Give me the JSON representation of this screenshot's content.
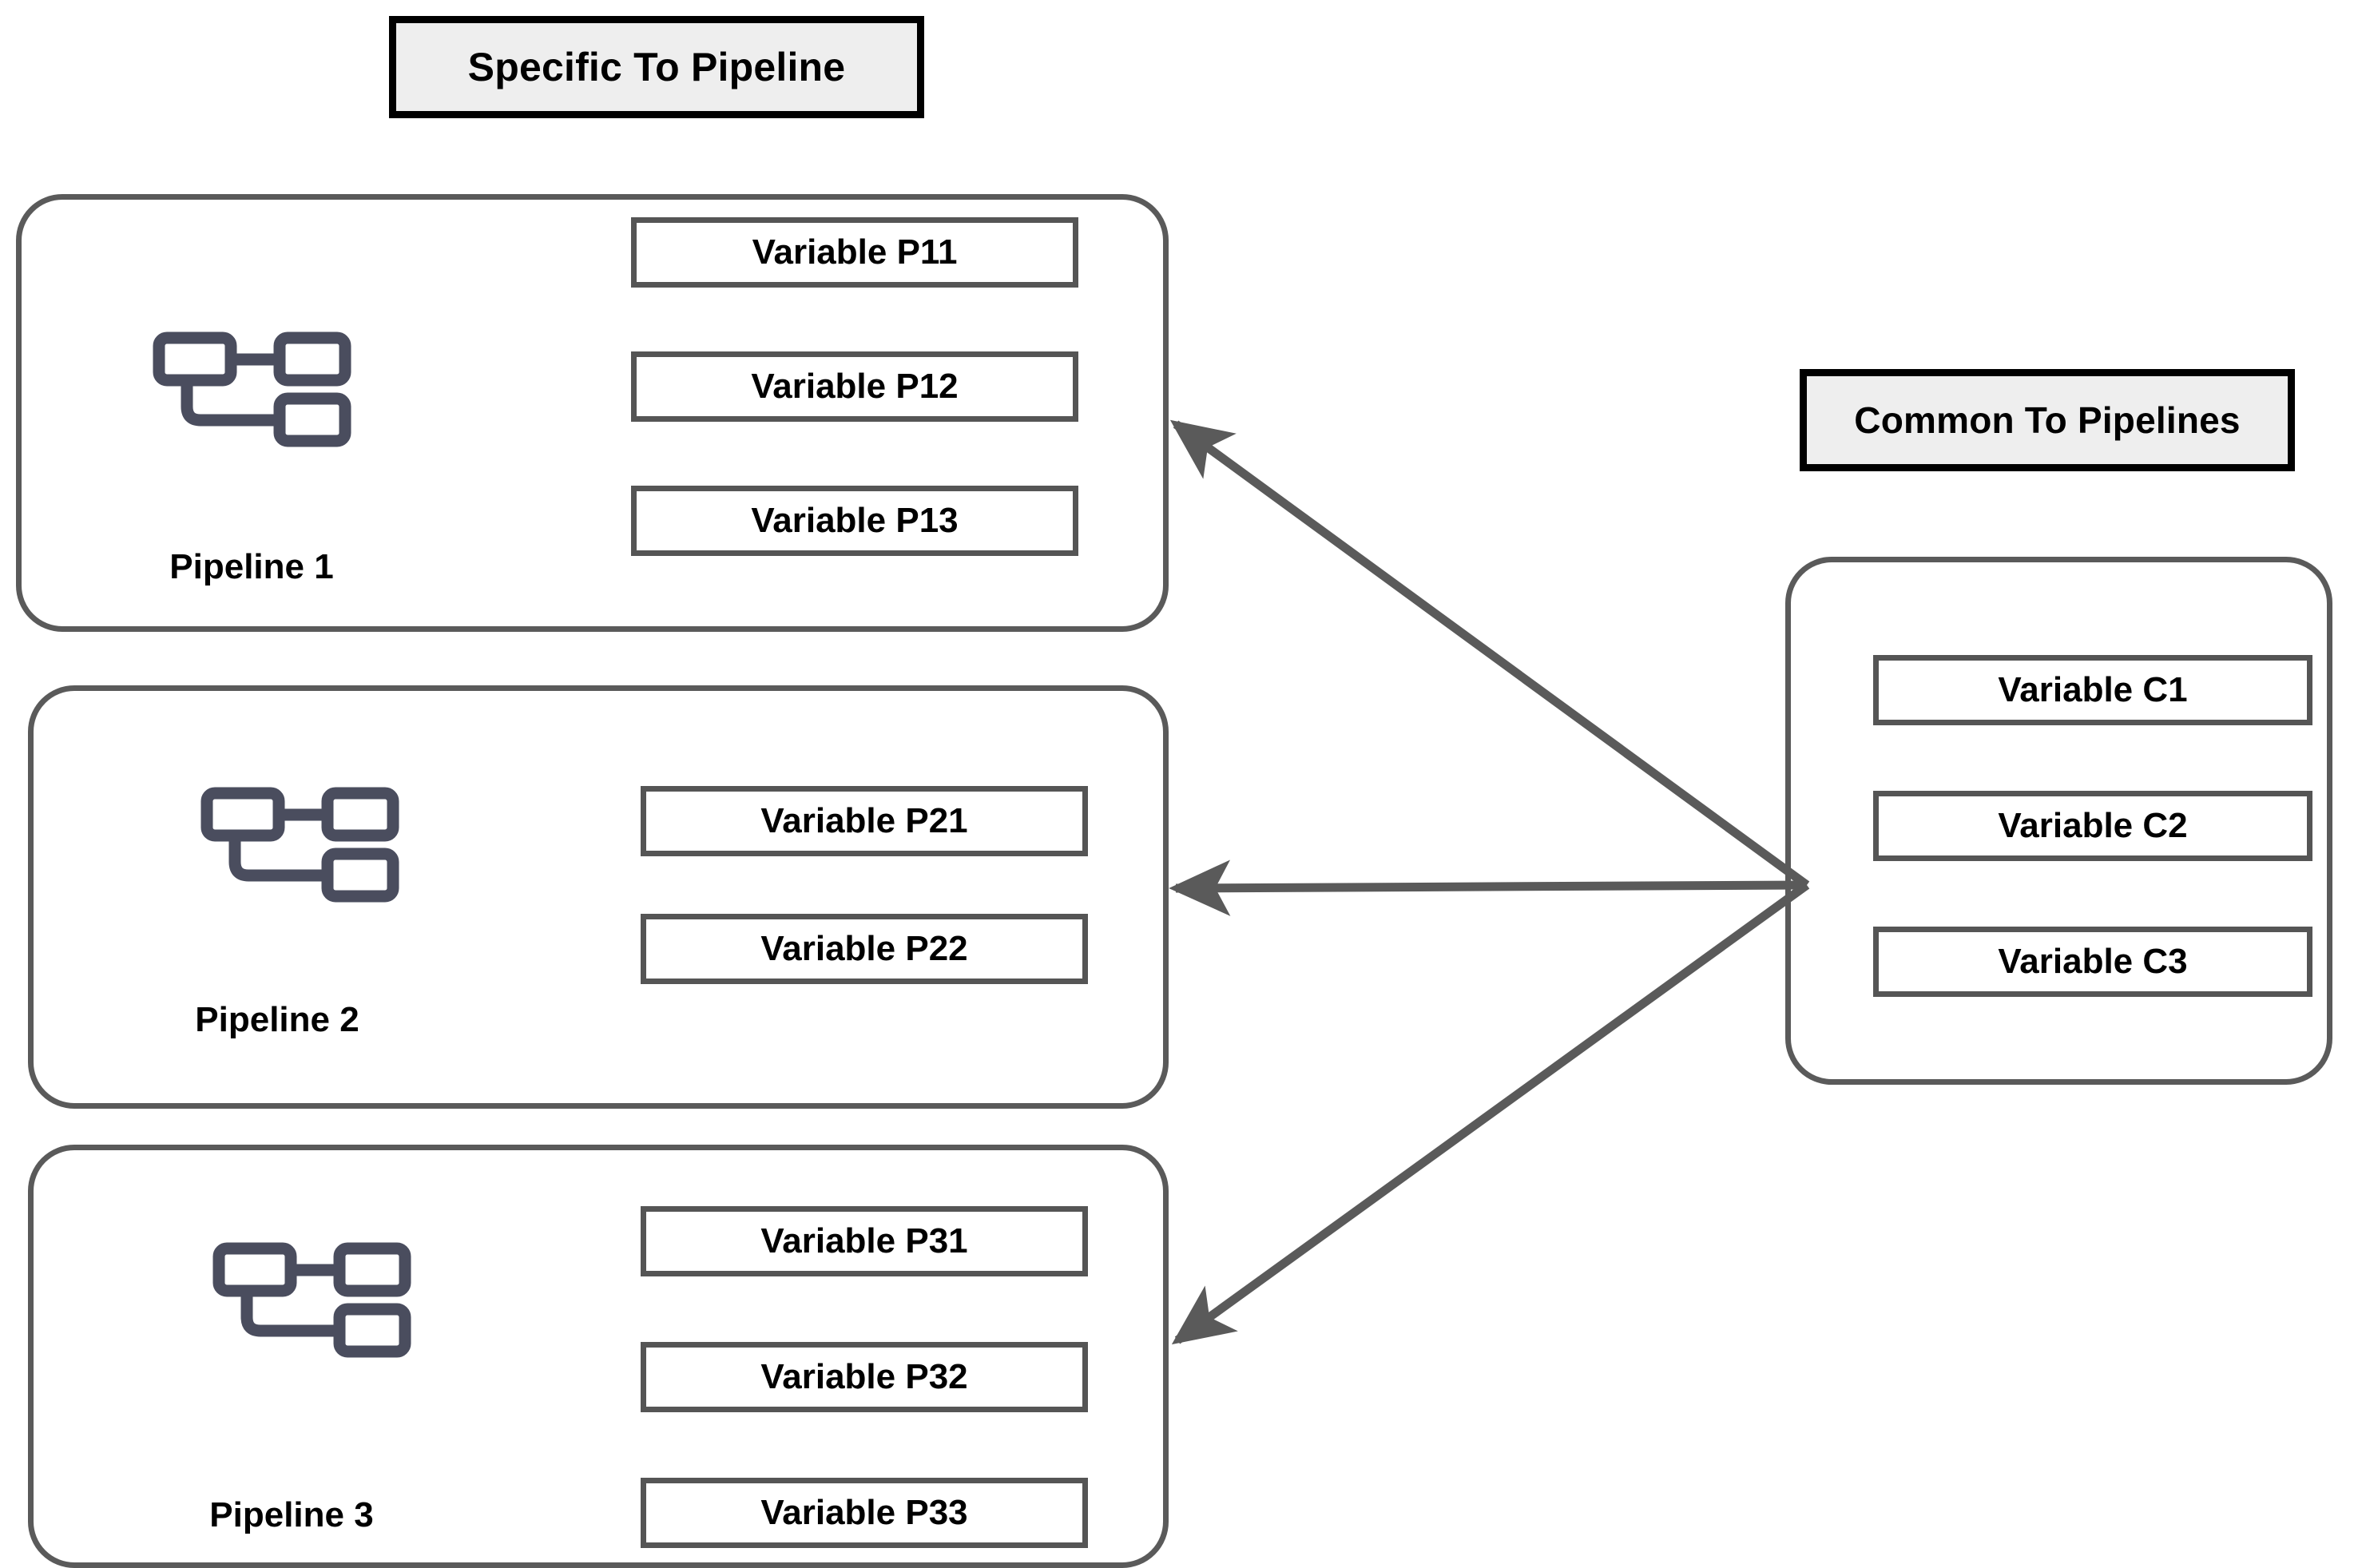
{
  "headers": {
    "specific": "Specific To Pipeline",
    "common": "Common To Pipelines"
  },
  "colors": {
    "header_border": "#000000",
    "header_fill": "#eeeeee",
    "group_border": "#5a5a5a",
    "var_border": "#555555",
    "icon_stroke": "#4a4d5e",
    "arrow": "#5a5a5a",
    "text": "#000000",
    "page_background": "#ffffff"
  },
  "pipelines": [
    {
      "label": "Pipeline 1",
      "icon": "pipeline-nodes-icon",
      "variables": [
        "Variable P11",
        "Variable P12",
        "Variable P13"
      ]
    },
    {
      "label": "Pipeline 2",
      "icon": "pipeline-nodes-icon",
      "variables": [
        "Variable P21",
        "Variable P22"
      ]
    },
    {
      "label": "Pipeline 3",
      "icon": "pipeline-nodes-icon",
      "variables": [
        "Variable P31",
        "Variable P32",
        "Variable P33"
      ]
    }
  ],
  "common": {
    "variables": [
      "Variable C1",
      "Variable C2",
      "Variable C3"
    ]
  },
  "arrows": [
    {
      "name": "arrow-common-to-pipeline-1",
      "from": "common-box",
      "to": "pipeline-1"
    },
    {
      "name": "arrow-common-to-pipeline-2",
      "from": "common-box",
      "to": "pipeline-2"
    },
    {
      "name": "arrow-common-to-pipeline-3",
      "from": "common-box",
      "to": "pipeline-3"
    }
  ]
}
